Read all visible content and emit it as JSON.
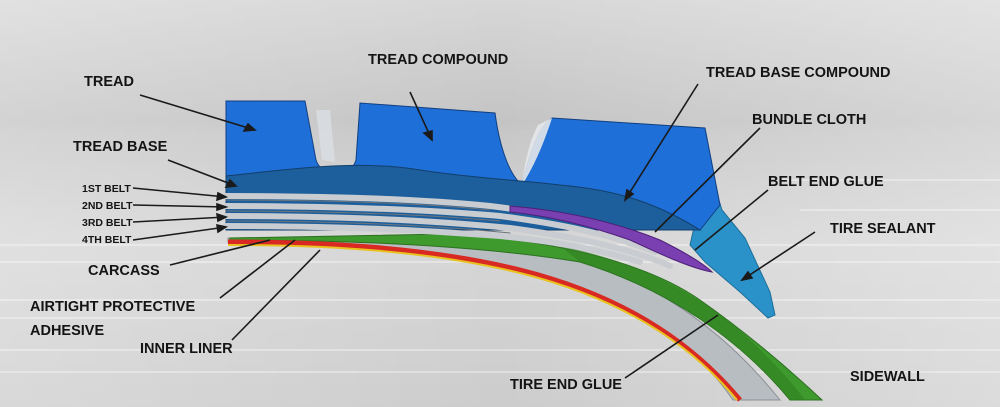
{
  "labels": {
    "tread": "TREAD",
    "tread_compound": "TREAD COMPOUND",
    "tread_base_compound": "TREAD BASE COMPOUND",
    "tread_base": "TREAD BASE",
    "bundle_cloth": "BUNDLE CLOTH",
    "belt_1": "1ST BELT",
    "belt_2": "2ND BELT",
    "belt_3": "3RD BELT",
    "belt_4": "4TH BELT",
    "belt_end_glue": "BELT END GLUE",
    "tire_sealant": "TIRE SEALANT",
    "carcass": "CARCASS",
    "airtight_protective": "AIRTIGHT PROTECTIVE",
    "adhesive": "ADHESIVE",
    "inner_liner": "INNER LINER",
    "tire_end_glue": "TIRE END GLUE",
    "sidewall": "SIDEWALL"
  },
  "colors": {
    "tread": "#1f6fd8",
    "tread_base": "#1c5f9c",
    "belts": "#c9ccd0",
    "belt_end_glue": "#7a3fb0",
    "sidewall": "#3f9a2e",
    "tire_sealant": "#2a92c8",
    "carcass": "#b9bec4",
    "inner_liner_red": "#d82a22",
    "inner_liner_yellow": "#e8c21e"
  }
}
